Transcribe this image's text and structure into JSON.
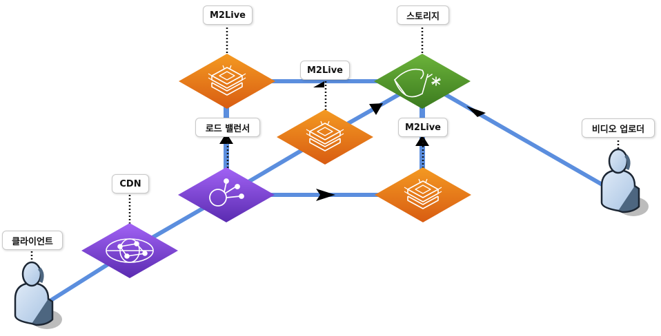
{
  "callouts": {
    "m2live_top": "M2Live",
    "storage": "스토리지",
    "m2live_mid": "M2Live",
    "load_balancer": "로드 밸런서",
    "m2live_right": "M2Live",
    "video_uploader": "비디오 업로더",
    "cdn": "CDN",
    "client": "클라이언트"
  },
  "colors": {
    "link": "#5b8ede",
    "arrowhead": "#000000",
    "compute_orange": "#f08a1c",
    "compute_orange_dark": "#d86010",
    "storage_green": "#5aa32e",
    "storage_green_dark": "#3b7a1f",
    "network_purple": "#8d4cf0",
    "network_purple_dark": "#5a2bb0",
    "user_body": "#c7d9ee",
    "user_outline": "#1c2633"
  },
  "icons": {
    "compute": "server-chip-stack-icon",
    "storage": "bucket-snowflake-icon",
    "load_balancer": "load-balancer-icon",
    "cdn": "cdn-globe-icon",
    "user": "user-person-icon"
  }
}
